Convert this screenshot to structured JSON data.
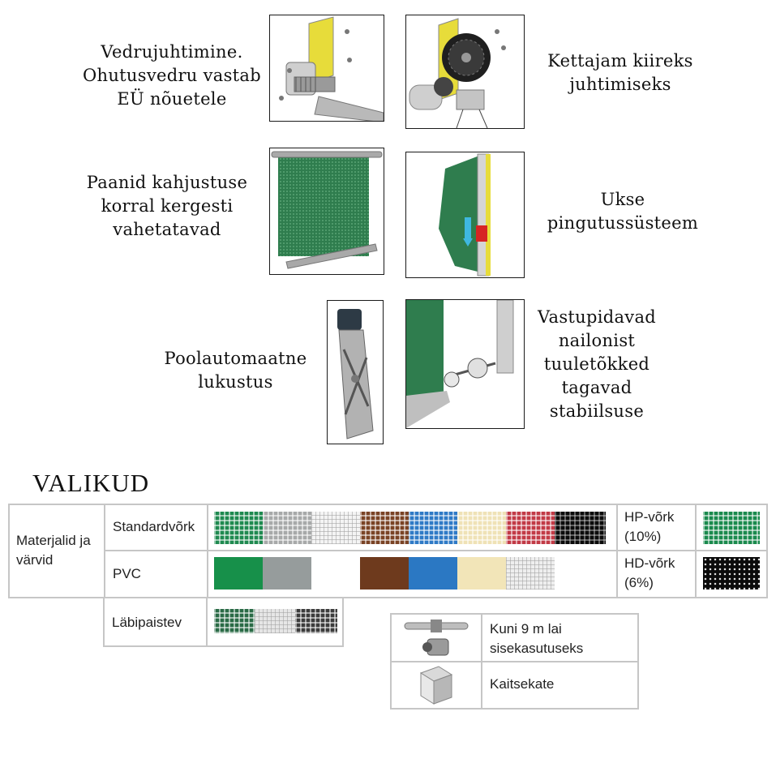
{
  "features": [
    {
      "caption_lines": [
        "Vedrujuhtimine.",
        "Ohutusvedru vastab",
        "EÜ nõuetele"
      ]
    },
    {
      "caption_lines": [
        "Kettajam kiireks",
        "juhtimiseks"
      ]
    },
    {
      "caption_lines": [
        "Paanid kahjustuse",
        "korral kergesti",
        "vahetatavad"
      ]
    },
    {
      "caption_lines": [
        "Ukse",
        "pingutussüsteem"
      ]
    },
    {
      "caption_lines": [
        "Poolautomaatne",
        "lukustus"
      ]
    },
    {
      "caption_lines": [
        "Vastupidavad",
        "nailonist",
        "tuuletõkked",
        "tagavad",
        "stabiilsuse"
      ]
    }
  ],
  "options": {
    "heading": "VALIKUD",
    "materials_label_lines": [
      "Materjalid ja",
      "värvid"
    ],
    "standard_label": "Standardvõrk",
    "pvc_label": "PVC",
    "hp_label_lines": [
      "HP-võrk",
      "(10%)"
    ],
    "hd_label_lines": [
      "HD-võrk",
      "(6%)"
    ],
    "transparent_label": "Läbipaistev",
    "standard_colors": [
      "#1f8a50",
      "#a7a9a9",
      "#f4f4f4",
      "#7a4325",
      "#2f7ac6",
      "#efe2b6",
      "#c23a46",
      "#0b0b0b"
    ],
    "pvc_colors": [
      "#17904a",
      "#969c9c",
      "#ffffff",
      "#6e3a1d",
      "#2b78c3",
      "#f2e5b8",
      "#eeeeee"
    ],
    "hp_color": "#1a8a4d",
    "hd_color": "#0b0b0b",
    "transparent_colors": [
      "#2a6b46",
      "#e6e6e6",
      "#3c3c3c"
    ],
    "accessories": [
      {
        "label_lines": [
          "Kuni 9 m lai",
          "sisekasutuseks"
        ]
      },
      {
        "label_lines": [
          "Kaitsekate"
        ]
      }
    ]
  }
}
